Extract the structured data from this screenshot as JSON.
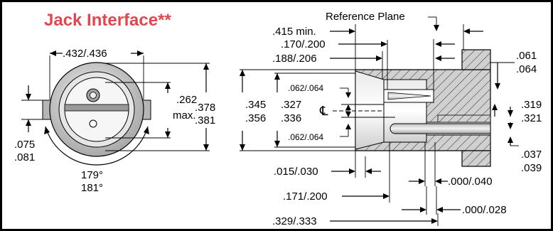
{
  "title": "Jack Interface**",
  "colors": {
    "title": "#e0484f",
    "border": "#000000",
    "metal_light": "#eeeeee",
    "metal_mid": "#c7c7c7",
    "metal_dark": "#9a9a9a"
  },
  "front_view": {
    "width": ".432/.436",
    "pin_height_top": ".262",
    "pin_height_bottom": "max.",
    "overall_height_top": ".378",
    "overall_height_bottom": ".381",
    "tab_top": ".075",
    "tab_bottom": ".081",
    "angle_top": "179°",
    "angle_bottom": "181°"
  },
  "side_view": {
    "reference_plane": "Reference Plane",
    "d_415": ".415 min.",
    "d_170": ".170/.200",
    "d_188": ".188/.206",
    "d_062_top": ".062/.064",
    "d_062_bottom": ".062/.064",
    "d_345": ".345",
    "d_356": ".356",
    "d_327": ".327",
    "d_336": ".336",
    "centerline": "℄",
    "d_061": ".061",
    "d_064": ".064",
    "d_319": ".319",
    "d_321": ".321",
    "d_037": ".037",
    "d_039": ".039",
    "d_015": ".015/.030",
    "d_000_040": ".000/.040",
    "d_171": ".171/.200",
    "d_000_028": ".000/.028",
    "d_329": ".329/.333"
  }
}
